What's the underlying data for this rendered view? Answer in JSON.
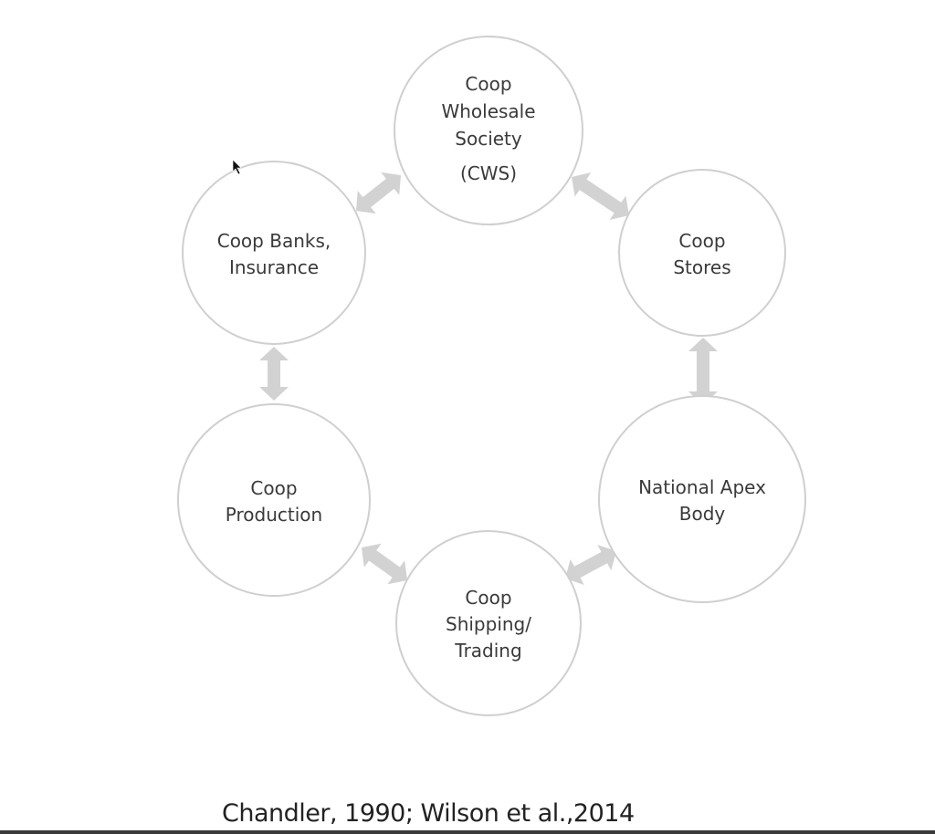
{
  "nodes": [
    {
      "id": "cws",
      "lines": [
        "Coop",
        "Wholesale",
        "Society",
        "(CWS)"
      ]
    },
    {
      "id": "stores",
      "lines": [
        "Coop",
        "Stores"
      ]
    },
    {
      "id": "apex",
      "lines": [
        "National Apex",
        "Body"
      ]
    },
    {
      "id": "shipping",
      "lines": [
        "Coop",
        "Shipping/",
        "Trading"
      ]
    },
    {
      "id": "production",
      "lines": [
        "Coop",
        "Production"
      ]
    },
    {
      "id": "banks",
      "lines": [
        "Coop Banks,",
        "Insurance"
      ]
    }
  ],
  "edges": [
    [
      "banks",
      "cws"
    ],
    [
      "cws",
      "stores"
    ],
    [
      "stores",
      "apex"
    ],
    [
      "apex",
      "shipping"
    ],
    [
      "shipping",
      "production"
    ],
    [
      "production",
      "banks"
    ]
  ],
  "citation": "Chandler, 1990; Wilson et al.,2014",
  "colors": {
    "circle_stroke": "#cfcfcf",
    "arrow": "#d2d2d2",
    "text": "#3a3a3a"
  }
}
